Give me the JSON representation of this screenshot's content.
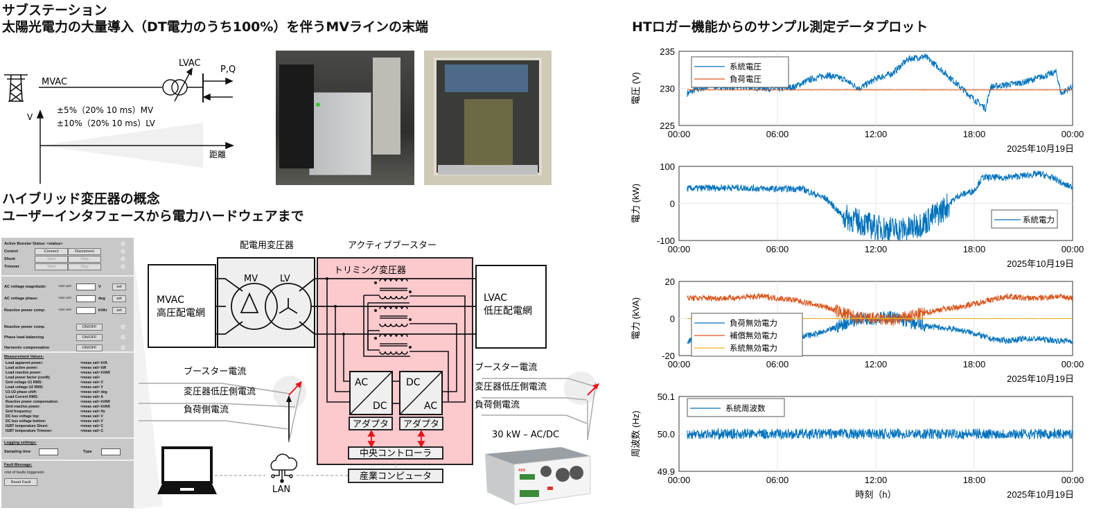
{
  "titles": {
    "substation": "サブステーション",
    "substation_sub": "太陽光電力の大量導入（DT電力のうち100%）を伴うMVラインの末端",
    "concept": "ハイブリッド変圧器の概念",
    "concept_sub": "ユーザーインタフェースから電力ハードウェアまで",
    "plots": "HTロガー機能からのサンプル測定データプロット"
  },
  "line_diagram": {
    "mvac": "MVAC",
    "lvac": "LVAC",
    "pq": "P,Q",
    "v_axis": "V",
    "distance": "距離",
    "mv_tol": "±5%（20% 10 ms）MV",
    "lv_tol": "±10%（20% 10 ms）LV"
  },
  "ui_panel": {
    "status": "Active Booster Status: <status>",
    "control": "Control",
    "connect": "Connect",
    "disconnect": "Disconnect",
    "shunt": "Shunt",
    "trimmer": "Trimmer",
    "start": "Start",
    "stop": "Stop",
    "setpoints": [
      {
        "label": "AC voltage magnitude:",
        "val": "<set val>",
        "unit": "V"
      },
      {
        "label": "AC voltage phase:",
        "val": "<set val>",
        "unit": "deg"
      },
      {
        "label": "Reactive power comp:",
        "val": "<set val>",
        "unit": "kVAr"
      }
    ],
    "set": "set",
    "toggles": [
      "Reactive power comp.",
      "Phase load balancing",
      "Harmonic compensation"
    ],
    "onoff": "ON/OFF",
    "meas_title": "Measurement Values:",
    "measurements": [
      [
        "Load apparent power:",
        "<meas val> kVA"
      ],
      [
        "Load active power:",
        "<meas val> kW"
      ],
      [
        "Load reactive power:",
        "<meas val> kVAR"
      ],
      [
        "Load power factor (cosΦ):",
        "<meas val>"
      ],
      [
        "Grid voltage U1 RMS:",
        "<meas val> V"
      ],
      [
        "Load voltage U2 RMS:",
        "<meas val> V"
      ],
      [
        "U1-U2 phase shift:",
        "<meas val> deg"
      ],
      [
        "Load Current RMS:",
        "<meas val> A"
      ],
      [
        "Reactive power compensation:",
        "<meas val> kVAR"
      ],
      [
        "Grid reactive power:",
        "<meas val> kVAR"
      ],
      [
        "Grid frequency:",
        "<meas val> Hz"
      ],
      [
        "DC bus voltage top:",
        "<meas val> V"
      ],
      [
        "DC bus voltage bottom:",
        "<meas val> V"
      ],
      [
        "IGBT temperature Shunt:",
        "<meas val> C"
      ],
      [
        "IGBT temperature Trimmer:",
        "<meas val> C"
      ]
    ],
    "logging_title": "Logging settings:",
    "sampling": "Sampling time",
    "type": "Type",
    "fault_title": "Fault Message:",
    "fault_list": "<list of faults triggered>",
    "reset": "Reset Fault"
  },
  "hybrid": {
    "dist_tr": "配電用変圧器",
    "booster": "アクティブブースター",
    "mvac": "MVAC",
    "mvac_jp": "高圧配電網",
    "lvac": "LVAC",
    "lvac_jp": "低圧配電網",
    "mv": "MV",
    "lv": "LV",
    "trimming": "トリミング変圧器",
    "ac": "AC",
    "dc": "DC",
    "adapter": "アダプタ",
    "controller": "中央コントローラ",
    "computer": "産業コンピュータ",
    "lan": "LAN",
    "booster_current": "ブースター電流",
    "tr_lv_current": "変圧器低圧側電流",
    "load_current": "負荷側電流",
    "device": "30 kW – AC/DC",
    "device_logo": "ABB"
  },
  "colors": {
    "blue": "#0072BD",
    "orange": "#D95319",
    "yellow": "#EDB120",
    "pink": "#fcc9cd",
    "red": "#e8141c"
  },
  "chart_data": [
    {
      "type": "line",
      "ylabel": "電圧 (V)",
      "ylim": [
        225,
        235
      ],
      "yticks": [
        "225",
        "230",
        "235"
      ],
      "xticks": [
        "00:00",
        "06:00",
        "12:00",
        "18:00",
        "00:00"
      ],
      "xlim_hours": [
        0,
        24
      ],
      "date": "2025年10月19日",
      "grid": true,
      "legend": "top-left",
      "series": [
        {
          "name": "系統電圧",
          "color": "#0072BD",
          "points": [
            [
              0.5,
              229.3
            ],
            [
              1,
              229.8
            ],
            [
              2,
              230.3
            ],
            [
              3,
              230.2
            ],
            [
              4,
              230.2
            ],
            [
              5,
              230.1
            ],
            [
              6,
              229.9
            ],
            [
              7,
              230.2
            ],
            [
              8,
              231.2
            ],
            [
              9,
              231.8
            ],
            [
              10,
              231.3
            ],
            [
              11,
              230.0
            ],
            [
              12,
              231.3
            ],
            [
              13,
              232.0
            ],
            [
              14,
              234.0
            ],
            [
              15,
              234.3
            ],
            [
              16,
              232.5
            ],
            [
              17,
              230.5
            ],
            [
              18,
              228.5
            ],
            [
              18.7,
              227.3
            ],
            [
              19,
              230.2
            ],
            [
              20,
              230.5
            ],
            [
              21,
              230.8
            ],
            [
              22,
              231.5
            ],
            [
              23,
              232.2
            ],
            [
              23.3,
              229.3
            ],
            [
              24,
              230.3
            ]
          ]
        },
        {
          "name": "負荷電圧",
          "color": "#D95319",
          "points": [
            [
              0.5,
              229.8
            ],
            [
              24,
              229.8
            ]
          ]
        }
      ]
    },
    {
      "type": "line",
      "ylabel": "電力 (kW)",
      "ylim": [
        -100,
        100
      ],
      "yticks": [
        "-100",
        "0",
        "100"
      ],
      "xticks": [
        "00:00",
        "06:00",
        "12:00",
        "18:00",
        "00:00"
      ],
      "xlim_hours": [
        0,
        24
      ],
      "date": "2025年10月19日",
      "grid": true,
      "legend": "bottom-right",
      "series": [
        {
          "name": "系統電力",
          "color": "#0072BD",
          "points": [
            [
              0.5,
              40
            ],
            [
              3,
              43
            ],
            [
              6,
              39
            ],
            [
              7.5,
              40
            ],
            [
              8,
              30
            ],
            [
              9,
              12
            ],
            [
              10,
              -35
            ],
            [
              11,
              -50
            ],
            [
              12,
              -65
            ],
            [
              13,
              -70
            ],
            [
              14,
              -70
            ],
            [
              15,
              -50
            ],
            [
              16,
              -20
            ],
            [
              17,
              20
            ],
            [
              18,
              35
            ],
            [
              18.5,
              70
            ],
            [
              20,
              70
            ],
            [
              21,
              75
            ],
            [
              22,
              80
            ],
            [
              23,
              65
            ],
            [
              23.5,
              50
            ],
            [
              24,
              45
            ]
          ]
        }
      ]
    },
    {
      "type": "line",
      "ylabel": "電力 (kVA)",
      "ylim": [
        -20,
        20
      ],
      "yticks": [
        "-20",
        "0",
        "20"
      ],
      "xticks": [
        "00:00",
        "06:00",
        "12:00",
        "18:00",
        "00:00"
      ],
      "xlim_hours": [
        0,
        24
      ],
      "date": "2025年10月19日",
      "grid": true,
      "legend": "bottom-left",
      "series": [
        {
          "name": "負荷無効電力",
          "color": "#0072BD",
          "points": [
            [
              0.5,
              -12
            ],
            [
              6,
              -12
            ],
            [
              7,
              -10
            ],
            [
              8,
              -9
            ],
            [
              9,
              -7
            ],
            [
              10,
              -3
            ],
            [
              11,
              0
            ],
            [
              12,
              0
            ],
            [
              13,
              1
            ],
            [
              14,
              -2
            ],
            [
              15,
              -4
            ],
            [
              16,
              -5
            ],
            [
              17,
              -6
            ],
            [
              18,
              -8
            ],
            [
              19,
              -11
            ],
            [
              20,
              -12
            ],
            [
              21,
              -11
            ],
            [
              22,
              -11
            ],
            [
              23,
              -12
            ],
            [
              24,
              -12
            ]
          ]
        },
        {
          "name": "補償無効電力",
          "color": "#D95319",
          "points": [
            [
              0.5,
              11
            ],
            [
              3,
              11
            ],
            [
              5,
              12
            ],
            [
              6,
              11
            ],
            [
              7,
              10
            ],
            [
              8,
              8
            ],
            [
              9,
              6
            ],
            [
              10,
              3
            ],
            [
              11,
              0
            ],
            [
              12,
              0
            ],
            [
              13,
              -1
            ],
            [
              14,
              1
            ],
            [
              15,
              3
            ],
            [
              16,
              5
            ],
            [
              17,
              6
            ],
            [
              18,
              8
            ],
            [
              19,
              10
            ],
            [
              20,
              12
            ],
            [
              21,
              11
            ],
            [
              22,
              11
            ],
            [
              23,
              12
            ],
            [
              24,
              11
            ]
          ]
        },
        {
          "name": "系統無効電力",
          "color": "#EDB120",
          "points": [
            [
              0.5,
              0
            ],
            [
              24,
              0
            ]
          ]
        }
      ]
    },
    {
      "type": "line",
      "ylabel": "周波数 (Hz)",
      "xlabel": "時刻（h）",
      "ylim": [
        49.9,
        50.1
      ],
      "yticks": [
        "49.9",
        "50.0",
        "50.1"
      ],
      "xticks": [
        "00:00",
        "06:00",
        "12:00",
        "18:00",
        "00:00"
      ],
      "xlim_hours": [
        0,
        24
      ],
      "date": "2025年10月19日",
      "grid": true,
      "legend": "top-left",
      "series": [
        {
          "name": "系統周波数",
          "color": "#0072BD",
          "points": [
            [
              0.5,
              50.0
            ],
            [
              24,
              50.0
            ]
          ]
        }
      ]
    }
  ]
}
